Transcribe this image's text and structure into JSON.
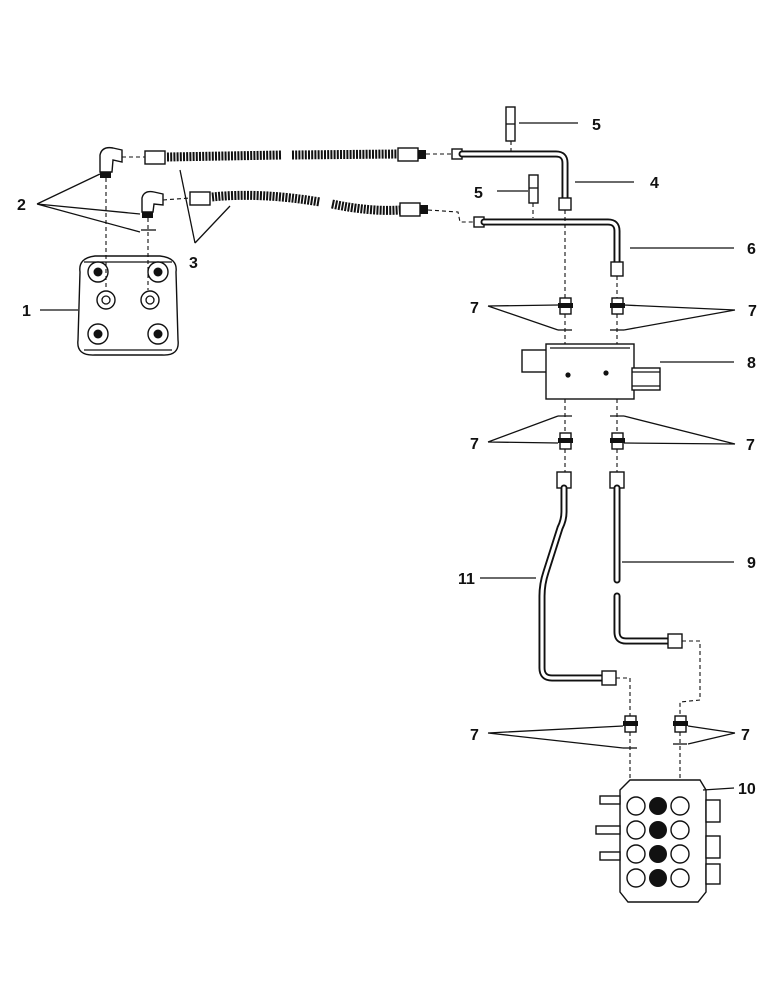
{
  "callouts": {
    "c1": "1",
    "c2": "2",
    "c3": "3",
    "c4": "4",
    "c5a": "5",
    "c5b": "5",
    "c6": "6",
    "c7a": "7",
    "c7b": "7",
    "c7c": "7",
    "c7d": "7",
    "c7e": "7",
    "c7f": "7",
    "c8": "8",
    "c9": "9",
    "c10": "10",
    "c11": "11"
  }
}
